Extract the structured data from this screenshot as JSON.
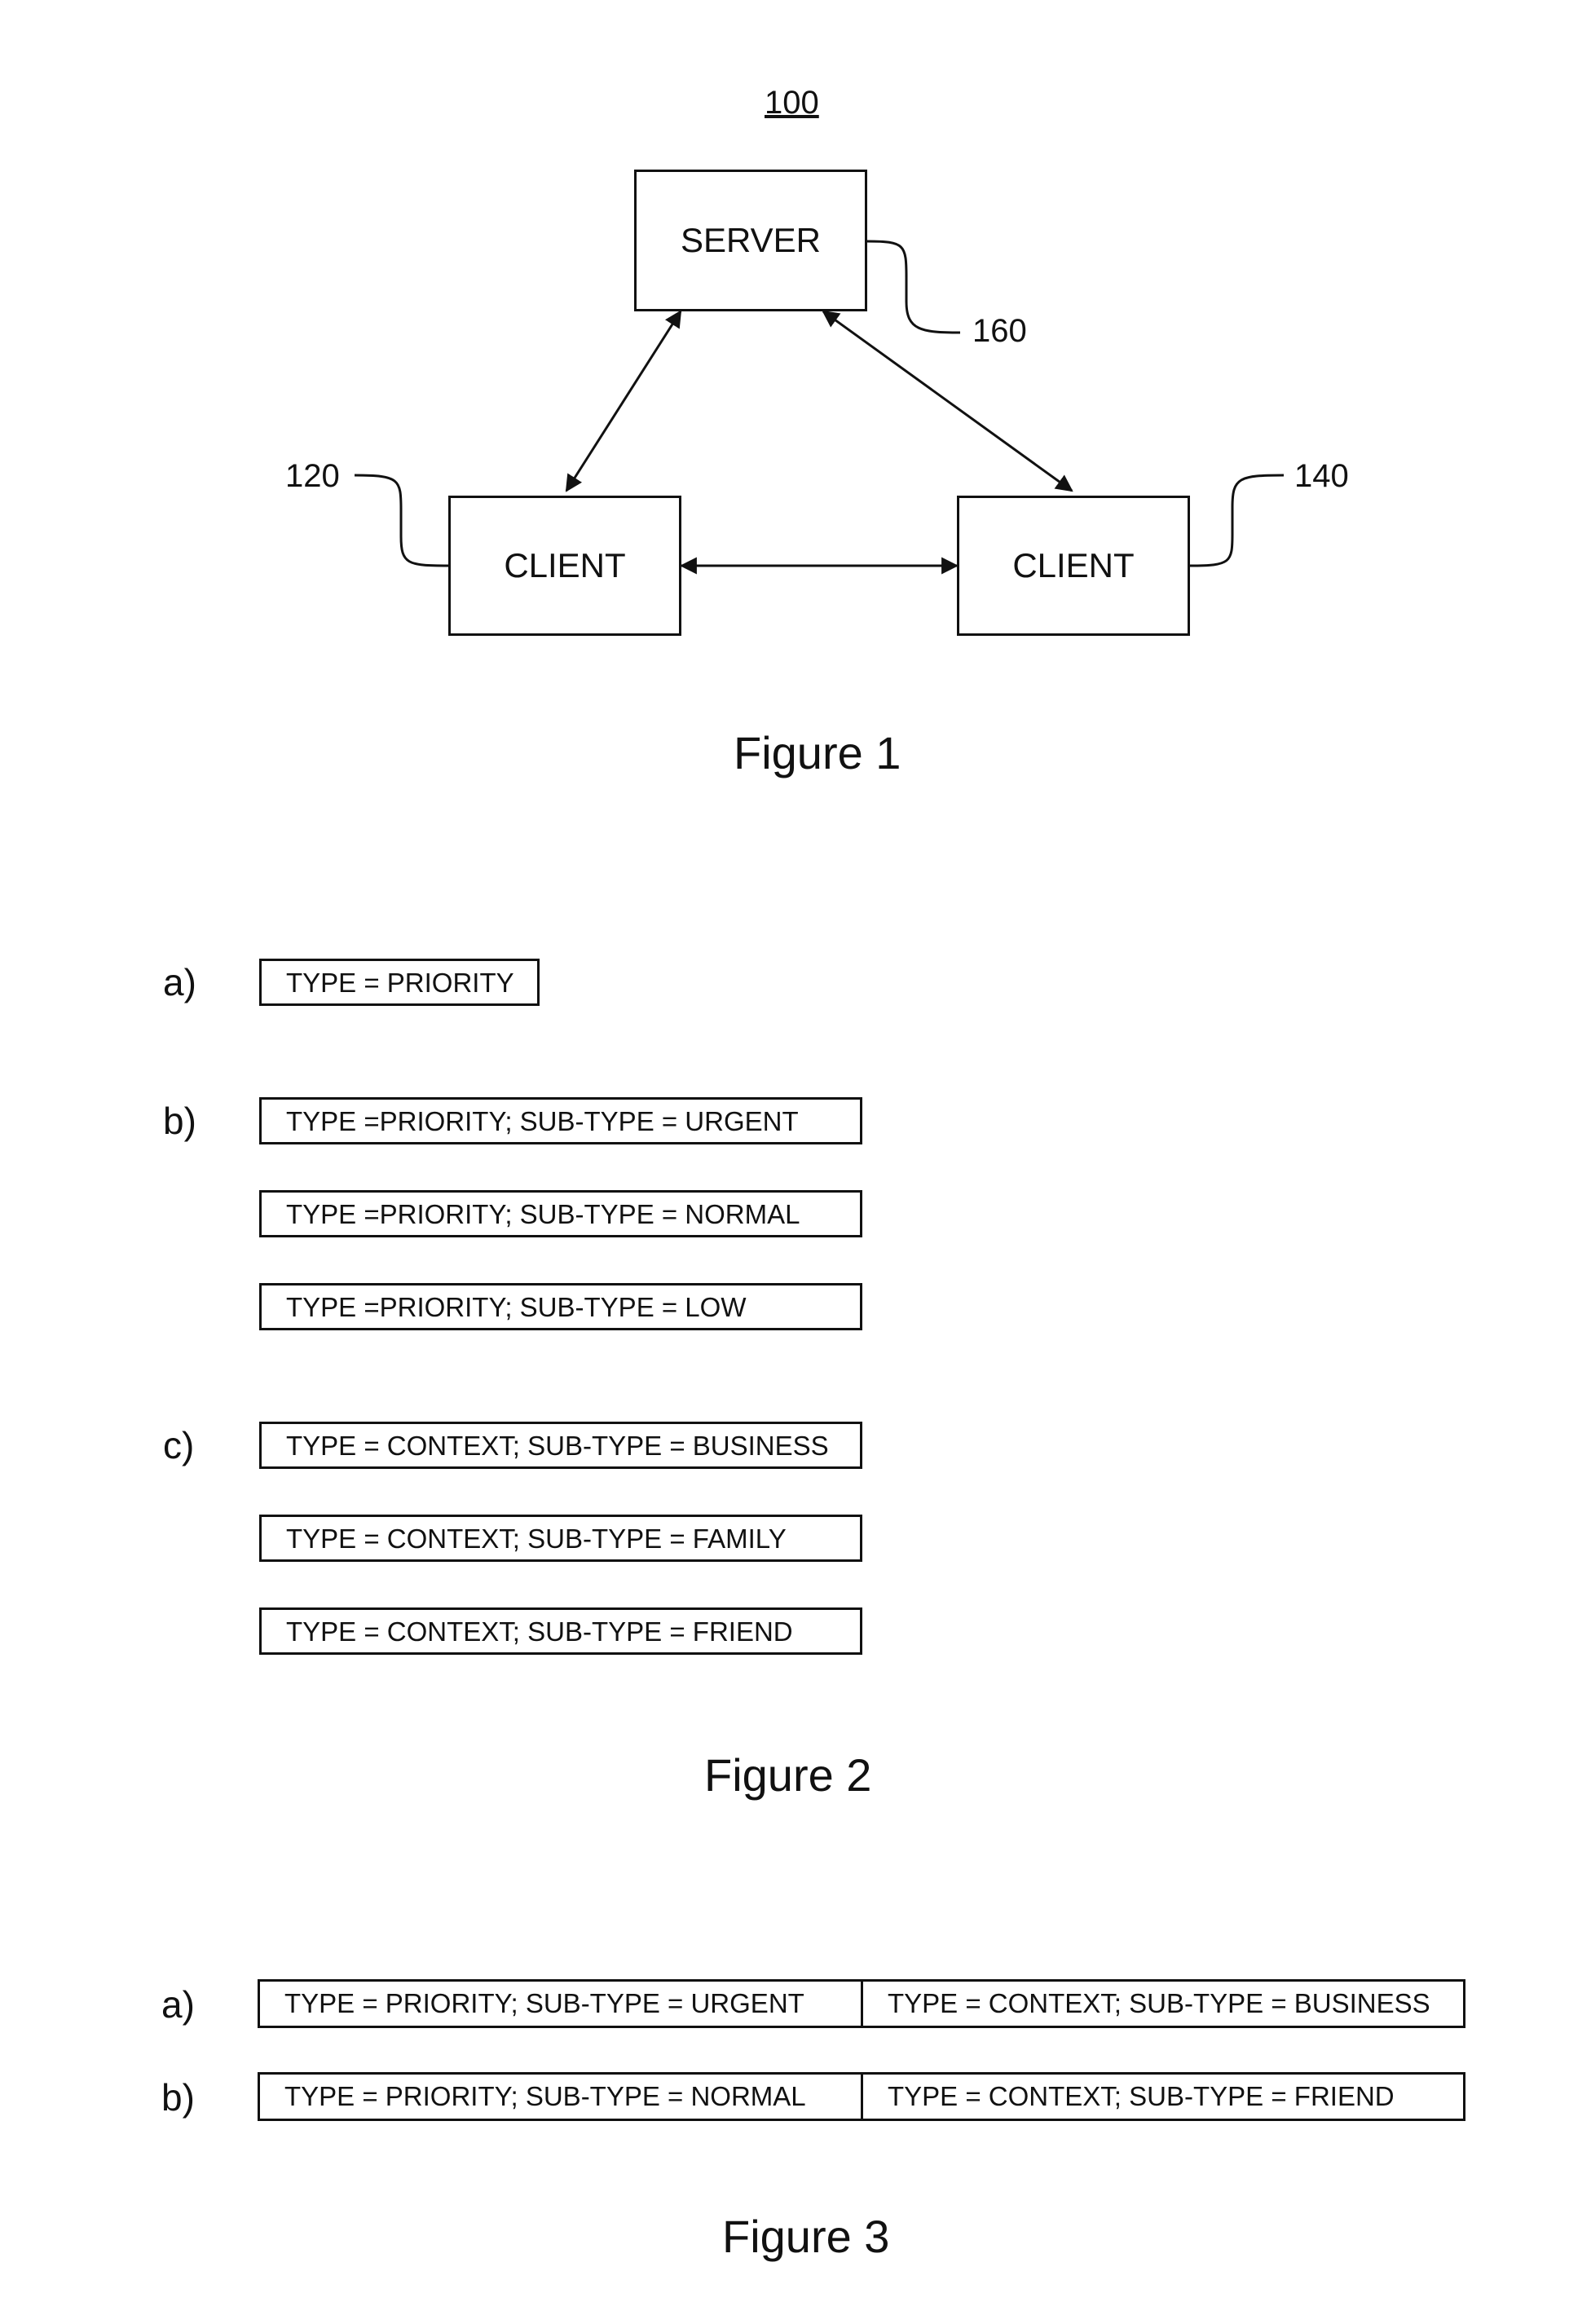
{
  "figure1": {
    "reference": "100",
    "server": {
      "label": "SERVER",
      "ref": "160"
    },
    "client_left": {
      "label": "CLIENT",
      "ref": "120"
    },
    "client_right": {
      "label": "CLIENT",
      "ref": "140"
    },
    "caption": "Figure 1"
  },
  "figure2": {
    "groups": [
      {
        "letter": "a)",
        "items": [
          "TYPE = PRIORITY"
        ]
      },
      {
        "letter": "b)",
        "items": [
          "TYPE =PRIORITY; SUB-TYPE = URGENT",
          "TYPE =PRIORITY; SUB-TYPE = NORMAL",
          "TYPE =PRIORITY; SUB-TYPE = LOW"
        ]
      },
      {
        "letter": "c)",
        "items": [
          "TYPE = CONTEXT; SUB-TYPE = BUSINESS",
          "TYPE = CONTEXT; SUB-TYPE = FAMILY",
          "TYPE = CONTEXT; SUB-TYPE = FRIEND"
        ]
      }
    ],
    "caption": "Figure 2"
  },
  "figure3": {
    "rows": [
      {
        "letter": "a)",
        "left": "TYPE = PRIORITY; SUB-TYPE = URGENT",
        "right": "TYPE = CONTEXT; SUB-TYPE = BUSINESS"
      },
      {
        "letter": "b)",
        "left": "TYPE = PRIORITY; SUB-TYPE = NORMAL",
        "right": "TYPE = CONTEXT; SUB-TYPE = FRIEND"
      }
    ],
    "caption": "Figure 3"
  }
}
